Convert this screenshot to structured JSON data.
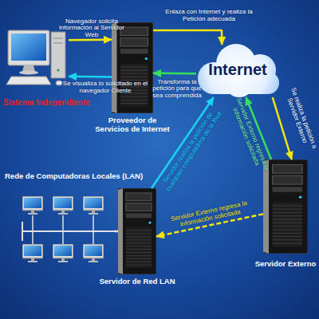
{
  "diagram": {
    "nodes": [
      {
        "text": [
          "Sistema Independiente"
        ]
      },
      {
        "text": [
          "Proveedor de Servicios de Internet"
        ]
      },
      {
        "text": [
          "Internet"
        ]
      },
      {
        "text": [
          "Rede de Computadoras Locales (LAN)"
        ]
      },
      {
        "text": [
          "Servidor de Red LAN"
        ]
      },
      {
        "text": [
          "Servidor Externo"
        ]
      }
    ],
    "edges": [
      {
        "from": 0,
        "to": 1,
        "arrow": "to",
        "label": "Navegador solicita información al Servidor Web"
      },
      {
        "from": 1,
        "to": 0,
        "arrow": "to",
        "label": "Se visualiza lo solicitado en el navegador Cliente"
      },
      {
        "from": 1,
        "to": 2,
        "arrow": "to",
        "label": "Enlaza con Internet y realiza la Petición adecuada"
      },
      {
        "from": 2,
        "to": 1,
        "arrow": "to",
        "label": "Transforma la petición para que sea comprendida"
      },
      {
        "from": 2,
        "to": 5,
        "arrow": "to",
        "label": "Se realiza la petición a Servidor Externo"
      },
      {
        "from": 5,
        "to": 2,
        "arrow": "to",
        "label": "Servidor Externo regresa la información solicitada"
      },
      {
        "from": 4,
        "to": 2,
        "arrow": "to",
        "label": "Servidor realiza la petición de cualquier computadora de la Red"
      },
      {
        "from": 5,
        "to": 4,
        "arrow": "to",
        "label": "Servidor Externo regresa la información solicitada"
      },
      {
        "from": 3,
        "to": 4,
        "arrow": "none"
      }
    ]
  }
}
